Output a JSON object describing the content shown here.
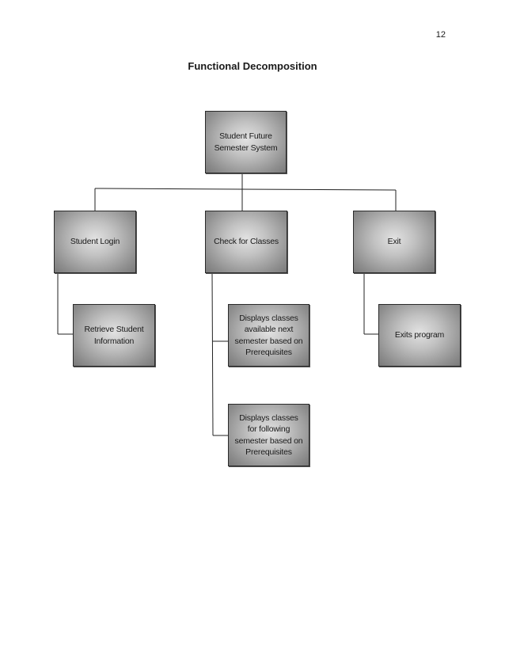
{
  "page": {
    "number": "12",
    "title": "Functional Decomposition"
  },
  "nodes": {
    "root": "Student Future\nSemester System",
    "student_login": "Student Login",
    "check_for_classes": "Check for Classes",
    "exit": "Exit",
    "retrieve_info": "Retrieve Student\nInformation",
    "displays_next": "Displays classes\navailable next\nsemester based on\nPrerequisites",
    "displays_following": "Displays classes\nfor following\nsemester based on\nPrerequisites",
    "exits_program": "Exits program"
  },
  "colors": {
    "box_border": "#2a2a2a",
    "connector": "#222222"
  }
}
